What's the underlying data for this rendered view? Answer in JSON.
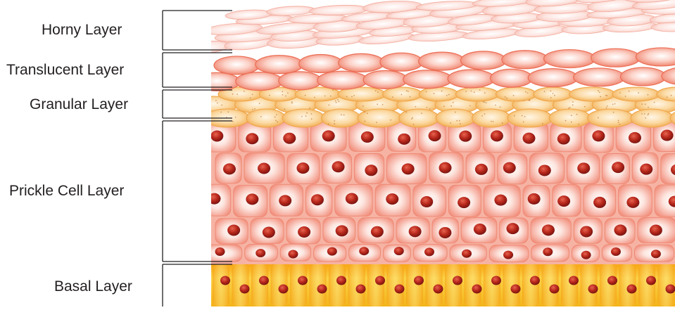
{
  "diagram": {
    "layers": [
      {
        "id": "horny",
        "label": "Horny Layer"
      },
      {
        "id": "translucent",
        "label": "Translucent Layer"
      },
      {
        "id": "granular",
        "label": "Granular Layer"
      },
      {
        "id": "prickle",
        "label": "Prickle Cell Layer"
      },
      {
        "id": "basal",
        "label": "Basal Layer"
      }
    ],
    "colors": {
      "horny_cell": "#f9c8c0",
      "translucent_cell": "#f39a86",
      "granular_cell": "#f7c680",
      "prickle_cell": "#f59e8e",
      "nucleus": "#b8281c",
      "basal": "#f5b820",
      "bracket": "#231f20"
    }
  }
}
